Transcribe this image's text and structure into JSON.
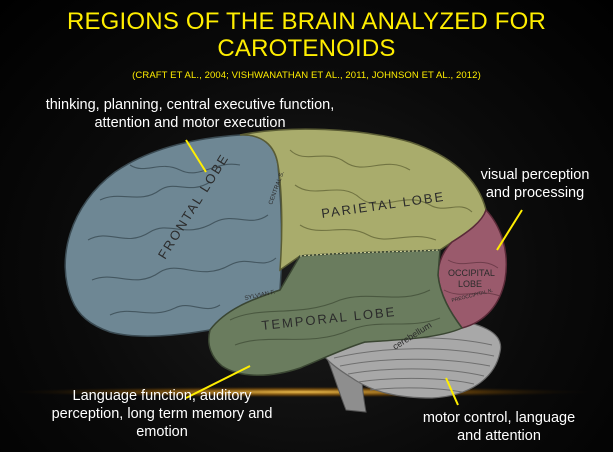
{
  "title": {
    "line1": "REGIONS OF THE BRAIN ANALYZED FOR",
    "line2": "CAROTENOIDS"
  },
  "citation": "(CRAFT ET AL., 2004; VISHWANATHAN ET AL., 2011, JOHNSON ET AL., 2012)",
  "labels": {
    "frontal": {
      "line1": "thinking, planning, central executive function,",
      "line2": "attention and motor execution"
    },
    "occipital": {
      "line1": "visual perception",
      "line2": "and processing"
    },
    "temporal": {
      "line1": "Language function, auditory",
      "line2": "perception, long term memory and",
      "line3": "emotion"
    },
    "cerebellum": {
      "line1": "motor control, language",
      "line2": "and attention"
    }
  },
  "brain": {
    "frontal_lobe": "FRONTAL LOBE",
    "parietal_lobe": "PARIETAL LOBE",
    "occipital_lobe_1": "OCCIPITAL",
    "occipital_lobe_2": "LOBE",
    "temporal_lobe": "TEMPORAL LOBE",
    "cerebellum": "cerebellum",
    "central_sulcus": "CENTRAL S.",
    "sylvian": "SYLVIAN F.",
    "preoccipital": "PREOCCIPITAL N."
  },
  "colors": {
    "title": "#ffee00",
    "frontal": "#6e8794",
    "parietal": "#a9ac6c",
    "occipital": "#9a5a6c",
    "temporal": "#6a7c5e",
    "cerebellum": "#a8a8a8",
    "brainstem": "#8e8e8e",
    "pointer": "#ffee00"
  }
}
